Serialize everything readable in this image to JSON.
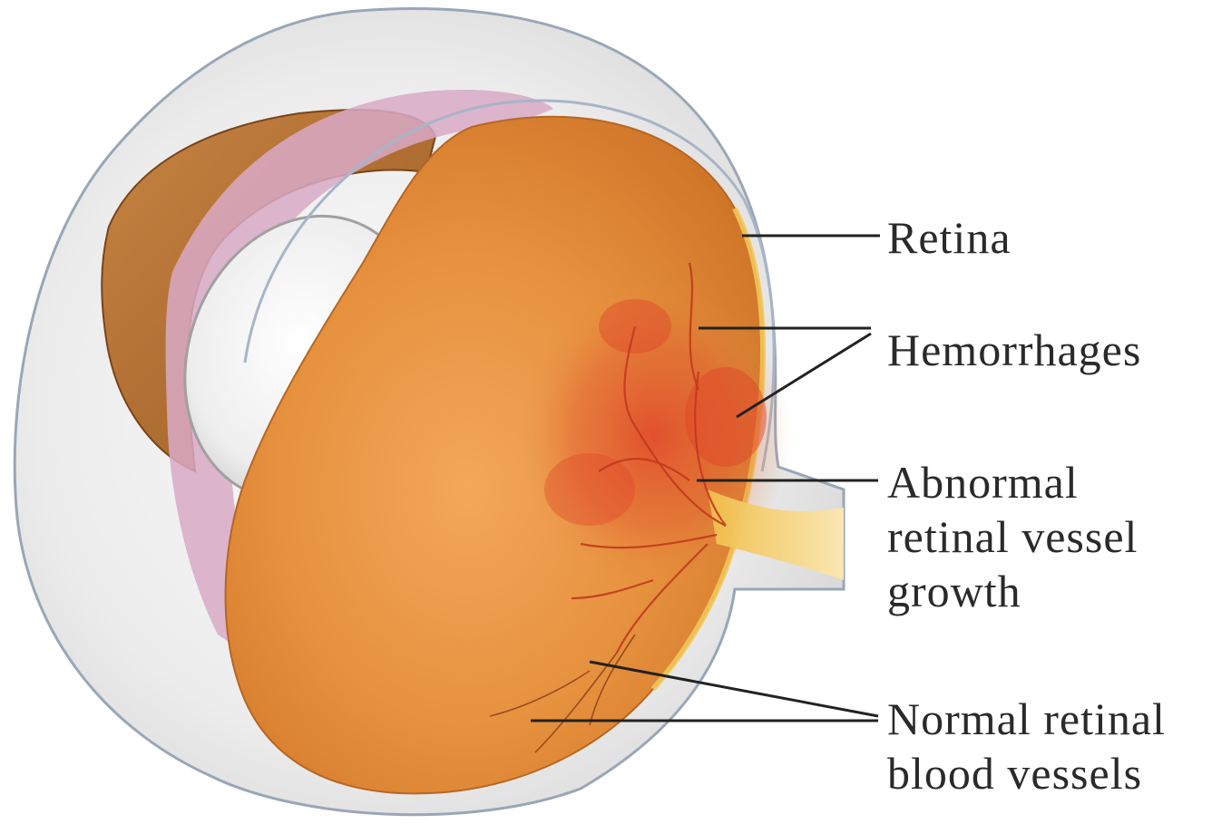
{
  "labels": {
    "retina": "Retina",
    "hemorrhages": "Hemorrhages",
    "abnormal_vessel_growth": [
      "Abnormal",
      "retinal vessel",
      "growth"
    ],
    "normal_vessels": [
      "Normal retinal",
      "blood vessels"
    ]
  },
  "colors": {
    "background": "#ffffff",
    "sclera": "#eeeeee",
    "retina_orange": "#e6913e",
    "hemorrhage_red": "#e0452a",
    "lens": "#f2f2f2",
    "optic_nerve_yellow": "#f3c85a",
    "choroid_pink": "#d8a9c5",
    "leader_line": "#222222"
  }
}
